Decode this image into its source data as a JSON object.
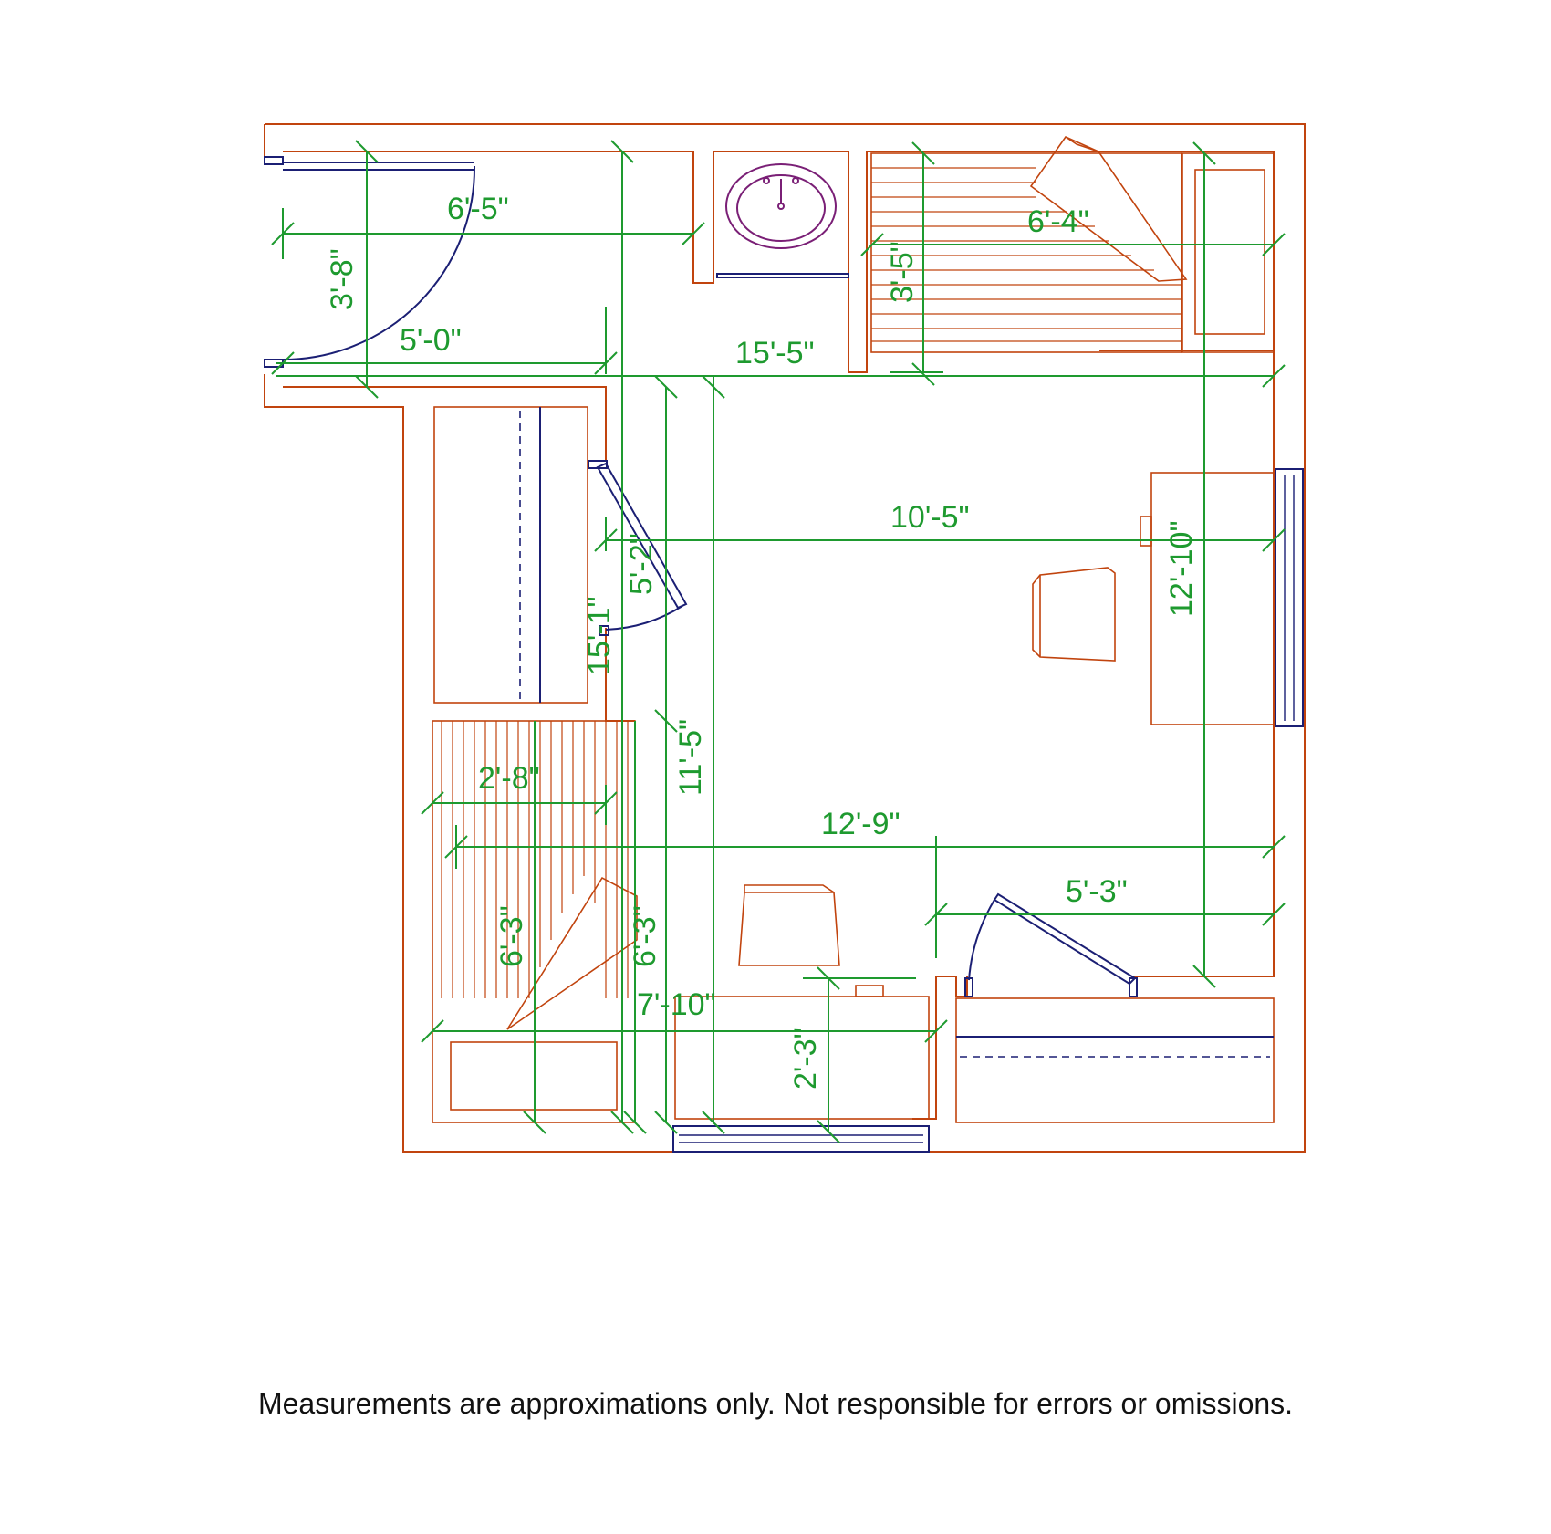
{
  "plan": {
    "colors": {
      "walls": "#c1440e",
      "fixtures": "#1b1f74",
      "sink": "#7a1f76",
      "dimensions": "#1e9a2f"
    },
    "dimensions": {
      "d_6_5": "6'-5\"",
      "d_3_8": "3'-8\"",
      "d_5_0": "5'-0\"",
      "d_15_5": "15'-5\"",
      "d_3_5": "3'-5\"",
      "d_6_4": "6'-4\"",
      "d_10_5": "10'-5\"",
      "d_12_10": "12'-10\"",
      "d_5_2": "5'-2\"",
      "d_15_1": "15'-1\"",
      "d_11_5": "11'-5\"",
      "d_2_8": "2'-8\"",
      "d_12_9": "12'-9\"",
      "d_5_3": "5'-3\"",
      "d_6_3a": "6'-3\"",
      "d_6_3b": "6'-3\"",
      "d_7_10": "7'-10\"",
      "d_2_3": "2'-3\""
    }
  },
  "footer": {
    "disclaimer": "Measurements are approximations only. Not responsible for errors or omissions."
  }
}
